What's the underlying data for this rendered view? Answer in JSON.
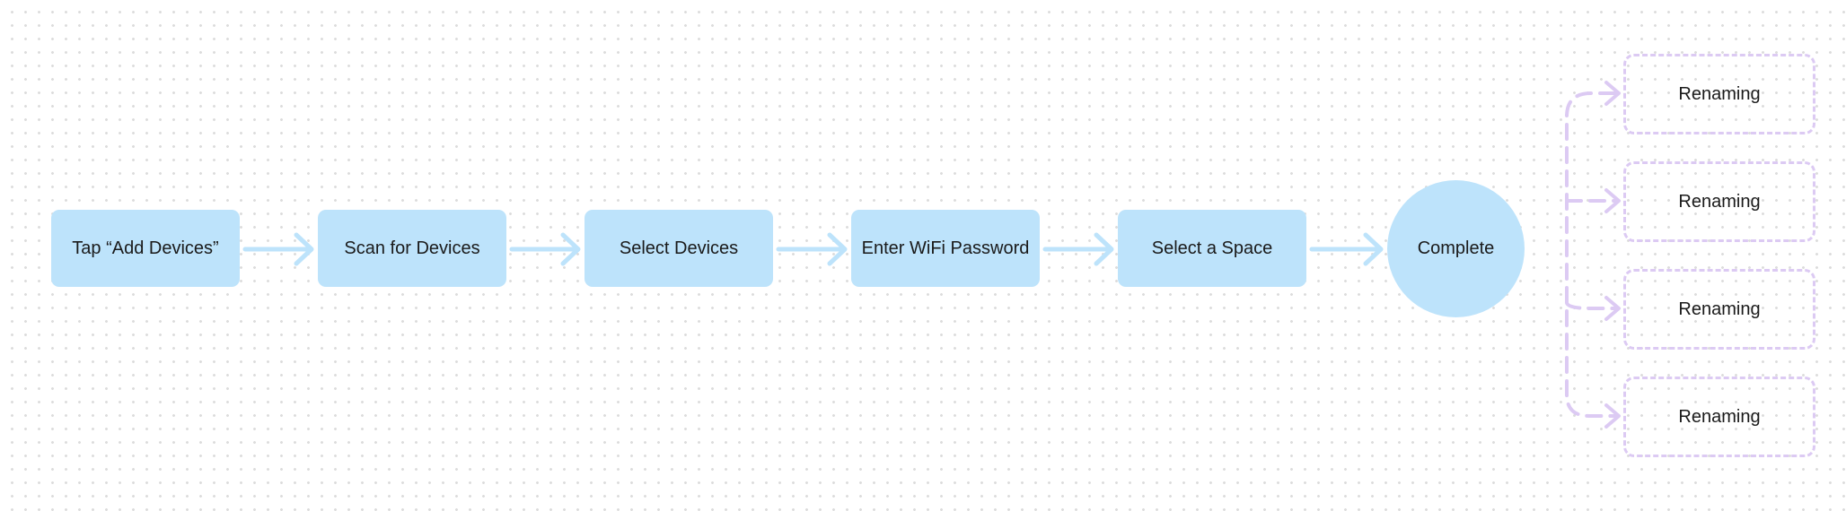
{
  "diagram": {
    "steps": [
      "Tap “Add Devices”",
      "Scan for Devices",
      "Select Devices",
      "Enter WiFi Password",
      "Select a Space"
    ],
    "end_node": "Complete",
    "branches": [
      "Renaming",
      "Renaming",
      "Renaming",
      "Renaming"
    ],
    "colors": {
      "step_fill": "#bde3fb",
      "flow_arrow": "#bde3fb",
      "branch_stroke": "#dccaf3",
      "text": "#1a1a1a"
    }
  }
}
